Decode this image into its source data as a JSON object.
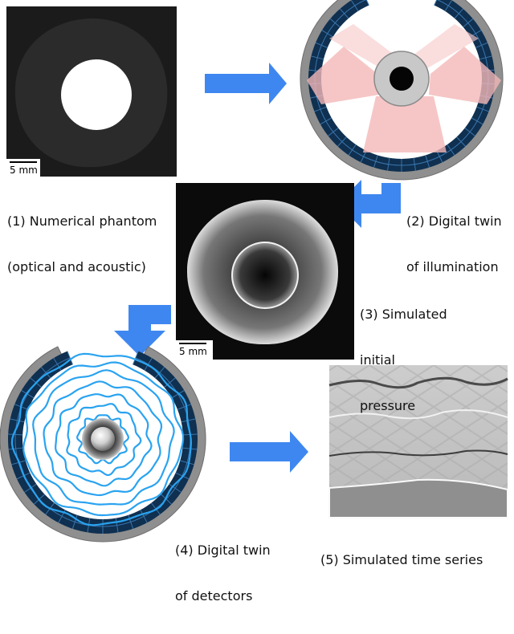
{
  "panels": {
    "p1": {
      "caption_line1": "(1) Numerical phantom",
      "caption_line2": "(optical and acoustic)",
      "scale_label": "5 mm"
    },
    "p2": {
      "caption_line1": "(2) Digital twin",
      "caption_line2": "of illumination"
    },
    "p3": {
      "caption_line1": "(3) Simulated",
      "caption_line2": "initial",
      "caption_line3": "pressure",
      "scale_label": "5 mm"
    },
    "p4": {
      "caption_line1": "(4) Digital twin",
      "caption_line2": "of detectors"
    },
    "p5": {
      "caption_line1": "(5) Simulated time series"
    }
  },
  "colors": {
    "arrow": "#3f87f0",
    "housing": "#8f8f8f",
    "detector": "#0f3050",
    "detector_line": "#3a75ad",
    "beam": "#f4b8b8",
    "wave": "#2aa3f0"
  }
}
